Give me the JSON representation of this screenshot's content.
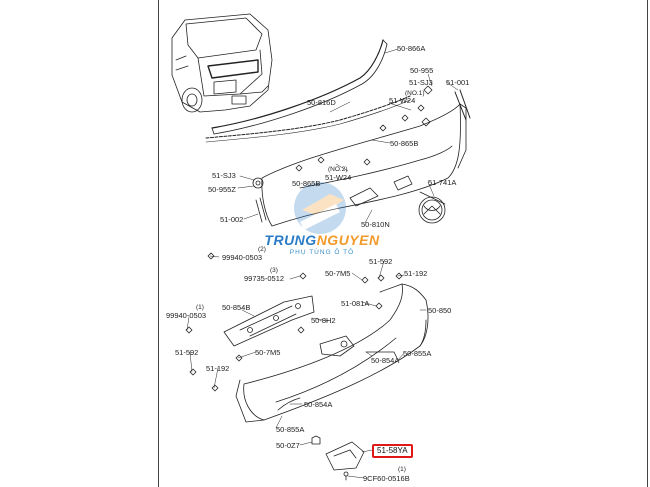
{
  "watermark": {
    "brand_part1": "TRUNG",
    "brand_part2": "NGUYEN",
    "tagline": "PHỤ TÙNG Ô TÔ",
    "colors": {
      "blue": "#2a7cc7",
      "orange": "#f29a2a"
    }
  },
  "highlight": {
    "part_no": "51-58YA",
    "color": "#e01818"
  },
  "labels": {
    "l_50_866A": "50-866A",
    "l_50_955": "50-955",
    "l_51_SJ3_top": "51-SJ3",
    "l_51_001": "51-001",
    "l_no1_a": "(NO.1)",
    "l_51_W24_a": "51-W24",
    "l_50_816D": "50-816D",
    "l_50_865B_a": "50-865B",
    "l_no2": "(NO.2)",
    "l_51_W24_b": "51-W24",
    "l_50_865B_b": "50-865B",
    "l_51_SJ3_left": "51-SJ3",
    "l_50_955Z": "50-955Z",
    "l_51_741A": "51-741A",
    "l_51_002": "51-002",
    "l_50_810N": "50-810N",
    "l_num2": "(2)",
    "l_99940_0503_a": "99940-0503",
    "l_num3": "(3)",
    "l_99735_0512": "99735-0512",
    "l_50_7M5_a": "50-7M5",
    "l_51_592_a": "51-592",
    "l_51_192_a": "51-192",
    "l_51_081A": "51-081A",
    "l_50_850": "50-850",
    "l_50_854B": "50-854B",
    "l_num1_a": "(1)",
    "l_99940_0503_b": "99940-0503",
    "l_50_8H2": "50-8H2",
    "l_51_592_b": "51-592",
    "l_50_7M5_b": "50-7M5",
    "l_50_854A_a": "50-854A",
    "l_50_855A_a": "50-855A",
    "l_51_192_b": "51-192",
    "l_50_854A_b": "50-854A",
    "l_50_855A_b": "50-855A",
    "l_50_0Z7": "50-0Z7",
    "l_num1_b": "(1)",
    "l_9CF60_0516B": "9CF60-0516B"
  }
}
